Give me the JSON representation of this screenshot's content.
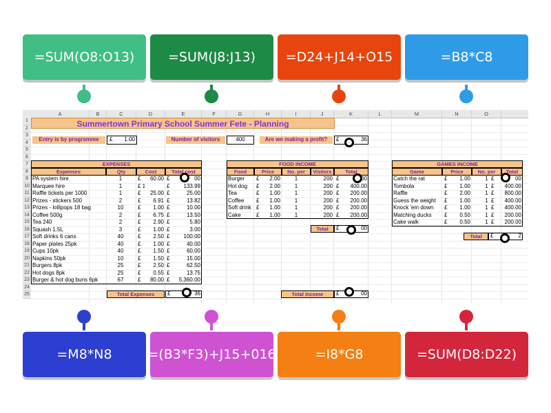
{
  "top_tiles": [
    {
      "label": "=SUM(O8:O13)",
      "color": "#3fbf86"
    },
    {
      "label": "=SUM(J8:J13)",
      "color": "#1d8a46"
    },
    {
      "label": "=D24+J14+O15",
      "color": "#e8450e"
    },
    {
      "label": "=B8*C8",
      "color": "#2f9be8"
    }
  ],
  "bottom_tiles": [
    {
      "label": "=M8*N8",
      "color": "#2d3fd0"
    },
    {
      "label": "=(B3*F3)+J15+016",
      "color": "#cf52d3"
    },
    {
      "label": "=I8*G8",
      "color": "#f47f12"
    },
    {
      "label": "=SUM(D8:D22)",
      "color": "#d3263c"
    }
  ],
  "sheet": {
    "columns": [
      "A",
      "B",
      "C",
      "D",
      "E",
      "F",
      "G",
      "H",
      "I",
      "J",
      "K",
      "L",
      "M",
      "N",
      "O"
    ],
    "rows": [
      "1",
      "2",
      "3",
      "4",
      "5",
      "6",
      "7",
      "8",
      "9",
      "10",
      "11",
      "12",
      "13",
      "14",
      "15",
      "16",
      "17",
      "18",
      "19",
      "20",
      "21",
      "22",
      "23",
      "24",
      "25"
    ],
    "title": "Summertown Primary School Summer Fete - Planning",
    "entry_label": "Entry is by programme",
    "entry_currency": "£",
    "entry_value": "1.00",
    "visitors_label": "Number of visitors",
    "visitors_value": "400",
    "profit_label": "Are we making a profit?",
    "profit_currency": "£",
    "profit_value": "36",
    "expenses": {
      "header": "EXPENSES",
      "cols": [
        "Expenses",
        "Qty",
        "Cost",
        "Total cost"
      ],
      "rows": [
        [
          "PA system hire",
          "1",
          "£",
          "60.00",
          "£",
          "00"
        ],
        [
          "Marquee hire",
          "1",
          "£ 133.99",
          "",
          "£",
          "133.99"
        ],
        [
          "Raffle tickets per 1000",
          "1",
          "£",
          "25.00",
          "£",
          "25.00"
        ],
        [
          "Prizes - stickers 500",
          "2",
          "£",
          "6.91",
          "£",
          "13.82"
        ],
        [
          "Prizes - lollipops 18 bag",
          "10",
          "£",
          "1.00",
          "£",
          "10.00"
        ],
        [
          "Coffee 500g",
          "2",
          "£",
          "6.75",
          "£",
          "13.50"
        ],
        [
          "Tea 240",
          "2",
          "£",
          "2.90",
          "£",
          "5.80"
        ],
        [
          "Squash 1.5L",
          "3",
          "£",
          "1.00",
          "£",
          "3.00"
        ],
        [
          "Soft drinks 6 cans",
          "40",
          "£",
          "2.50",
          "£",
          "100.00"
        ],
        [
          "Paper plates 25pk",
          "40",
          "£",
          "1.00",
          "£",
          "40.00"
        ],
        [
          "Cups 10pk",
          "40",
          "£",
          "1.50",
          "£",
          "60.00"
        ],
        [
          "Napkins 50pk",
          "10",
          "£",
          "1.50",
          "£",
          "15.00"
        ],
        [
          "Burgers 8pk",
          "25",
          "£",
          "2.50",
          "£",
          "62.50"
        ],
        [
          "Hot dogs 8pk",
          "25",
          "£",
          "0.55",
          "£",
          "13.75"
        ],
        [
          "Burger & hot dog buns 6pk",
          "67",
          "£",
          "80.00",
          "£",
          "5,360.00"
        ]
      ],
      "total_label": "Total Expenses",
      "total_currency": "£",
      "total_value": "36"
    },
    "food": {
      "header": "FOOD INCOME",
      "cols": [
        "Food",
        "Price",
        "No. per",
        "Visitors",
        "Total"
      ],
      "rows": [
        [
          "Burger",
          "£",
          "2.00",
          "1",
          "200",
          "£",
          "00"
        ],
        [
          "Hot dog",
          "£",
          "2.00",
          "1",
          "200",
          "£",
          "400.00"
        ],
        [
          "Tea",
          "£",
          "1.00",
          "1",
          "200",
          "£",
          "200.00"
        ],
        [
          "Coffee",
          "£",
          "1.00",
          "1",
          "200",
          "£",
          "200.00"
        ],
        [
          "Soft drink",
          "£",
          "1.00",
          "1",
          "200",
          "£",
          "200.00"
        ],
        [
          "Cake",
          "£",
          "1.00",
          "1",
          "200",
          "£",
          "200.00"
        ]
      ],
      "total_label": "Total",
      "total_currency": "£",
      "total_value": "00"
    },
    "games": {
      "header": "GAMES INCOME",
      "cols": [
        "Game",
        "Price",
        "No. per",
        "Total"
      ],
      "rows": [
        [
          "Catch the rat",
          "£",
          "1.00",
          "1",
          "£",
          "00"
        ],
        [
          "Tombola",
          "£",
          "1.00",
          "1",
          "£",
          "400.00"
        ],
        [
          "Raffle",
          "£",
          "2.00",
          "1",
          "£",
          "800.00"
        ],
        [
          "Guess the weight",
          "£",
          "1.00",
          "1",
          "£",
          "400.00"
        ],
        [
          "Knock 'em down",
          "£",
          "1.00",
          "1",
          "£",
          "400.00"
        ],
        [
          "Matching ducks",
          "£",
          "0.50",
          "1",
          "£",
          "200.00"
        ],
        [
          "Cake walk",
          "£",
          "0.50",
          "1",
          "£",
          "200.00"
        ]
      ],
      "total_label": "Total",
      "total_currency": "£",
      "total_value": "2"
    },
    "income": {
      "total_label": "Total Income",
      "total_currency": "£",
      "total_value": "00"
    }
  }
}
